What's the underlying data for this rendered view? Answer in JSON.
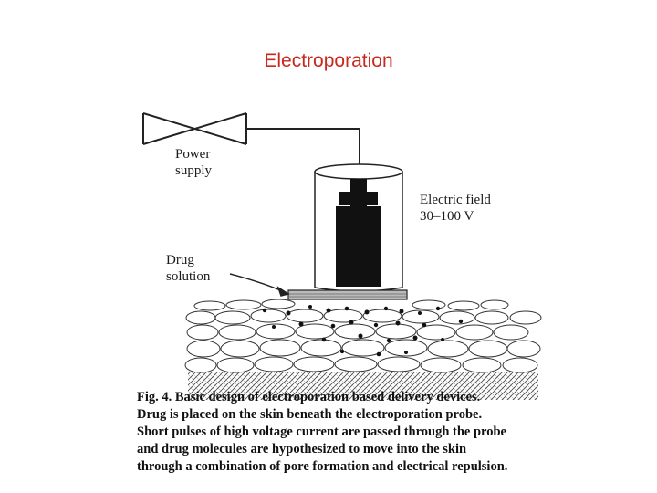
{
  "title": "Electroporation",
  "diagram": {
    "power_supply_label": [
      "Power",
      "supply"
    ],
    "electric_field_label": [
      "Electric field",
      "30–100 V"
    ],
    "drug_solution_label": [
      "Drug",
      "solution"
    ]
  },
  "caption": {
    "lines": [
      "Fig. 4. Basic design of electroporation based delivery devices.",
      "Drug is placed on the skin beneath the electroporation probe.",
      "Short pulses of high voltage current are passed through the probe",
      "and drug molecules are hypothesized to move into the skin",
      "through a combination of pore formation and electrical repulsion."
    ]
  }
}
